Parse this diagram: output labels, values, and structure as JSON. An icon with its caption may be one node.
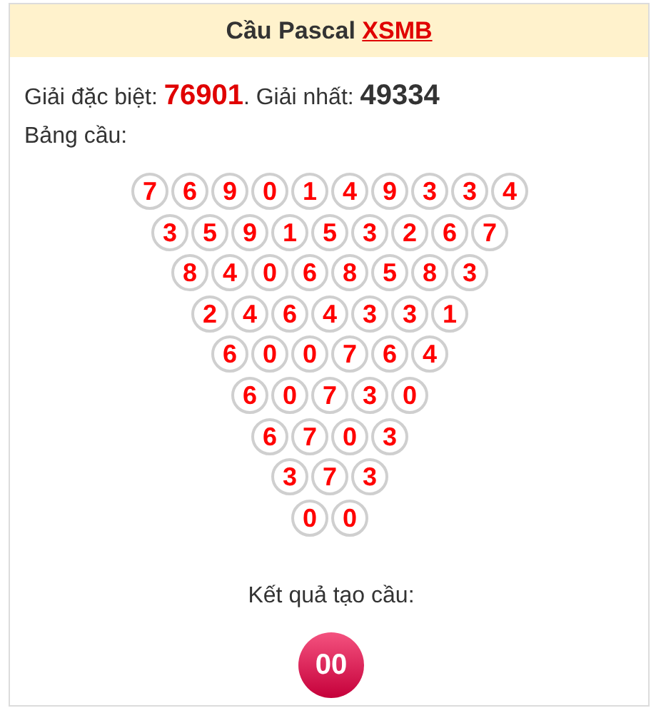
{
  "diagram": {
    "title": "Cầu Pascal XSMB",
    "nodes": [
      {
        "text": [
          "7"
        ]
      },
      {
        "text": [
          "6"
        ]
      },
      {
        "text": [
          "9"
        ]
      },
      {
        "text": [
          "0"
        ]
      },
      {
        "text": [
          "1"
        ]
      },
      {
        "text": [
          "4"
        ]
      },
      {
        "text": [
          "9"
        ]
      },
      {
        "text": [
          "3"
        ]
      },
      {
        "text": [
          "3"
        ]
      },
      {
        "text": [
          "4"
        ]
      },
      {
        "text": [
          "3"
        ]
      },
      {
        "text": [
          "5"
        ]
      },
      {
        "text": [
          "9"
        ]
      },
      {
        "text": [
          "1"
        ]
      },
      {
        "text": [
          "5"
        ]
      },
      {
        "text": [
          "3"
        ]
      },
      {
        "text": [
          "2"
        ]
      },
      {
        "text": [
          "6"
        ]
      },
      {
        "text": [
          "7"
        ]
      },
      {
        "text": [
          "8"
        ]
      },
      {
        "text": [
          "4"
        ]
      },
      {
        "text": [
          "0"
        ]
      },
      {
        "text": [
          "6"
        ]
      },
      {
        "text": [
          "8"
        ]
      },
      {
        "text": [
          "5"
        ]
      },
      {
        "text": [
          "8"
        ]
      },
      {
        "text": [
          "3"
        ]
      },
      {
        "text": [
          "2"
        ]
      },
      {
        "text": [
          "4"
        ]
      },
      {
        "text": [
          "6"
        ]
      },
      {
        "text": [
          "4"
        ]
      },
      {
        "text": [
          "3"
        ]
      },
      {
        "text": [
          "3"
        ]
      },
      {
        "text": [
          "1"
        ]
      },
      {
        "text": [
          "6"
        ]
      },
      {
        "text": [
          "0"
        ]
      },
      {
        "text": [
          "0"
        ]
      },
      {
        "text": [
          "7"
        ]
      },
      {
        "text": [
          "6"
        ]
      },
      {
        "text": [
          "4"
        ]
      },
      {
        "text": [
          "6"
        ]
      },
      {
        "text": [
          "0"
        ]
      },
      {
        "text": [
          "7"
        ]
      },
      {
        "text": [
          "3"
        ]
      },
      {
        "text": [
          "0"
        ]
      },
      {
        "text": [
          "6"
        ]
      },
      {
        "text": [
          "7"
        ]
      },
      {
        "text": [
          "0"
        ]
      },
      {
        "text": [
          "3"
        ]
      },
      {
        "text": [
          "3"
        ]
      },
      {
        "text": [
          "7"
        ]
      },
      {
        "text": [
          "3"
        ]
      },
      {
        "text": [
          "0"
        ]
      },
      {
        "text": [
          "0"
        ]
      },
      {
        "text": [
          "00"
        ]
      }
    ],
    "labels": [
      "Giải đặc biệt: **76901**. Giải nhất: **49334**",
      "Bảng cầu:",
      "Kết quả tạo cầu:"
    ]
  }
}
